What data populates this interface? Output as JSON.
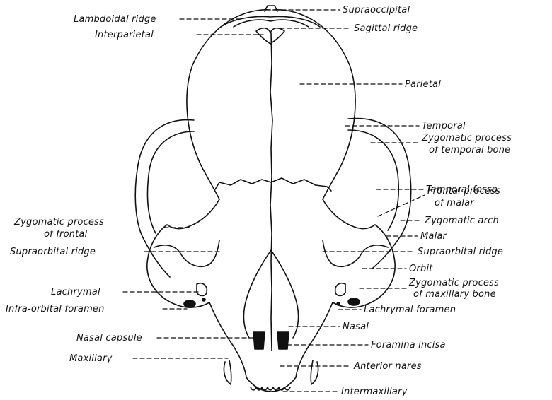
{
  "colors": {
    "ink": "#111111",
    "background": "#ffffff"
  },
  "labels": {
    "lambdoidal_ridge": "Lambdoidal ridge",
    "interparietal": "Interparietal",
    "supraoccipital": "Supraoccipital",
    "sagittal_ridge": "Sagittal ridge",
    "parietal": "Parietal",
    "temporal": "Temporal",
    "zygomatic_process_temporal_line1": "Zygomatic process",
    "zygomatic_process_temporal_line2": "of temporal bone",
    "temporal_fossa": "Temporal fossa",
    "frontal_process_malar_line1": "Frontal process",
    "frontal_process_malar_line2": "of malar",
    "zygomatic_arch": "Zygomatic arch",
    "malar": "Malar",
    "zygomatic_process_frontal_line1": "Zygomatic process",
    "zygomatic_process_frontal_line2": "of frontal",
    "supraorbital_ridge_left": "Supraorbital ridge",
    "supraorbital_ridge_right": "Supraorbital ridge",
    "orbit": "Orbit",
    "zygomatic_process_maxillary_line1": "Zygomatic process",
    "zygomatic_process_maxillary_line2": "of maxillary bone",
    "lachrymal": "Lachrymal",
    "infra_orbital_foramen": "Infra-orbital foramen",
    "lachrymal_foramen": "Lachrymal foramen",
    "nasal": "Nasal",
    "nasal_capsule": "Nasal capsule",
    "foramina_incisa": "Foramina incisa",
    "maxillary": "Maxillary",
    "anterior_nares": "Anterior nares",
    "intermaxillary": "Intermaxillary"
  }
}
